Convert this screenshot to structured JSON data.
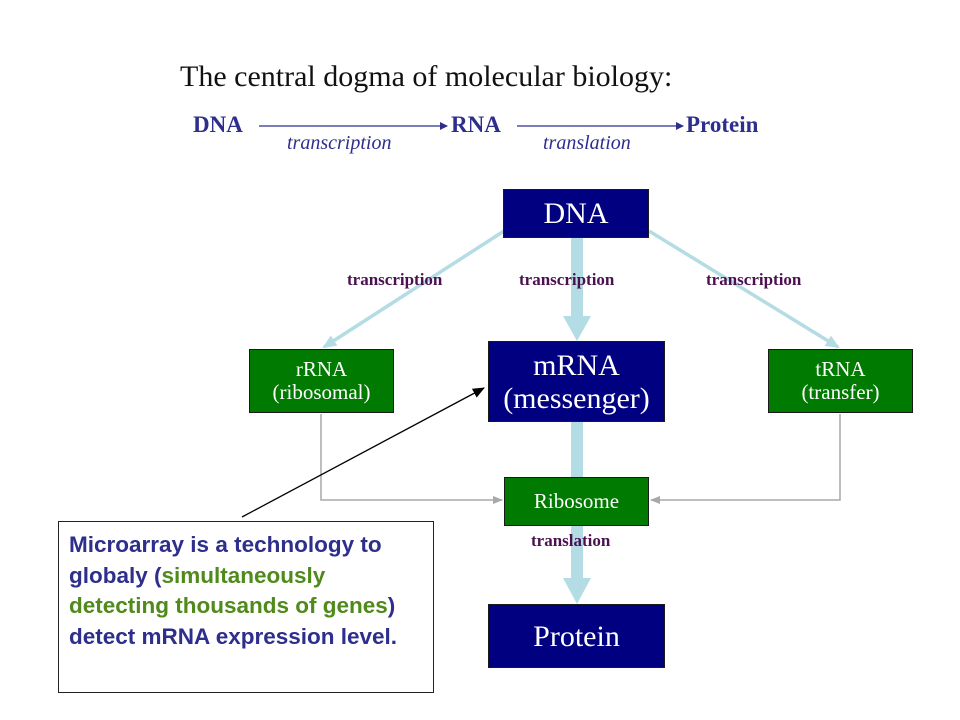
{
  "title": "The central dogma of molecular biology:",
  "dogma_flow": {
    "steps": [
      "DNA",
      "RNA",
      "Protein"
    ],
    "processes": [
      "transcription",
      "translation"
    ]
  },
  "nodes": {
    "dna": {
      "lines": [
        "DNA"
      ],
      "color": "#000080"
    },
    "rrna": {
      "lines": [
        "rRNA",
        "(ribosomal)"
      ],
      "color": "#007a00"
    },
    "mrna": {
      "lines": [
        "mRNA",
        "(messenger)"
      ],
      "color": "#000080"
    },
    "trna": {
      "lines": [
        "tRNA",
        "(transfer)"
      ],
      "color": "#007a00"
    },
    "ribosome": {
      "lines": [
        "Ribosome"
      ],
      "color": "#007a00"
    },
    "protein": {
      "lines": [
        "Protein"
      ],
      "color": "#000080"
    }
  },
  "edge_labels": {
    "dna_to_rrna": "transcription",
    "dna_to_mrna": "transcription",
    "dna_to_trna": "transcription",
    "ribosome_to_protein": "translation"
  },
  "note": {
    "segments": [
      {
        "text": "Microarray is a technology to globaly (",
        "highlight": false
      },
      {
        "text": "simultaneously detecting thousands of genes",
        "highlight": true
      },
      {
        "text": ") detect mRNA expression level.",
        "highlight": false
      }
    ]
  },
  "colors": {
    "dogma_text": "#2e2e8c",
    "edge_label": "#4a1050",
    "arrow_light_blue": "#b4dce4",
    "connector_gray": "#a8a8a8",
    "note_text": "#2e2e8c",
    "note_highlight": "#4f8a1a"
  }
}
